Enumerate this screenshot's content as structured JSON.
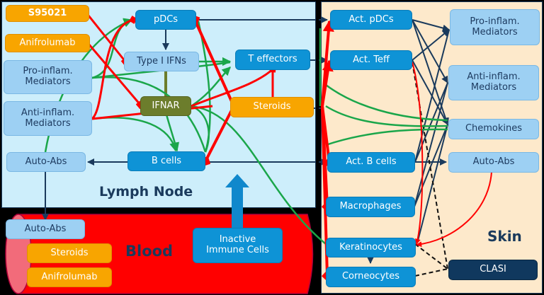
{
  "regions": {
    "lymph_node": "Lymph Node",
    "skin": "Skin",
    "blood": "Blood"
  },
  "lymph_node": {
    "drugs": [
      "S95021",
      "Anifrolumab"
    ],
    "mediators": [
      "Pro-inflam. Mediators",
      "Anti-inflam. Mediators"
    ],
    "auto_abs": "Auto-Abs",
    "pdcs": "pDCs",
    "type1_ifns": "Type I IFNs",
    "ifnar": "IFNAR",
    "b_cells": "B cells",
    "t_effectors": "T effectors",
    "steroids": "Steroids"
  },
  "blood": {
    "auto_abs": "Auto-Abs",
    "steroids": "Steroids",
    "anifrolumab": "Anifrolumab",
    "inactive_cells_line1": "Inactive",
    "inactive_cells_line2": "Immune Cells"
  },
  "skin": {
    "act_pdcs": "Act. pDCs",
    "act_teff": "Act. Teff",
    "act_b_cells": "Act. B cells",
    "macrophages": "Macrophages",
    "keratinocytes": "Keratinocytes",
    "corneocytes": "Corneocytes",
    "pro_inflam_line1": "Pro-inflam.",
    "pro_inflam_line2": "Mediators",
    "anti_inflam_line1": "Anti-inflam.",
    "anti_inflam_line2": "Mediators",
    "chemokines": "Chemokines",
    "auto_abs": "Auto-Abs",
    "clasi": "CLASI"
  },
  "colors": {
    "activation": "#1aa64a",
    "inhibition": "#ff0000",
    "flow": "#1a3a5c",
    "ifnar_link": "#6c7d2c",
    "drug": "#f8a500",
    "cell": "#0e93d6",
    "mediator": "#9dd0f3",
    "blood": "#ff0000",
    "lymph_bg": "#cdeefb",
    "skin_bg": "#fde9cb"
  }
}
